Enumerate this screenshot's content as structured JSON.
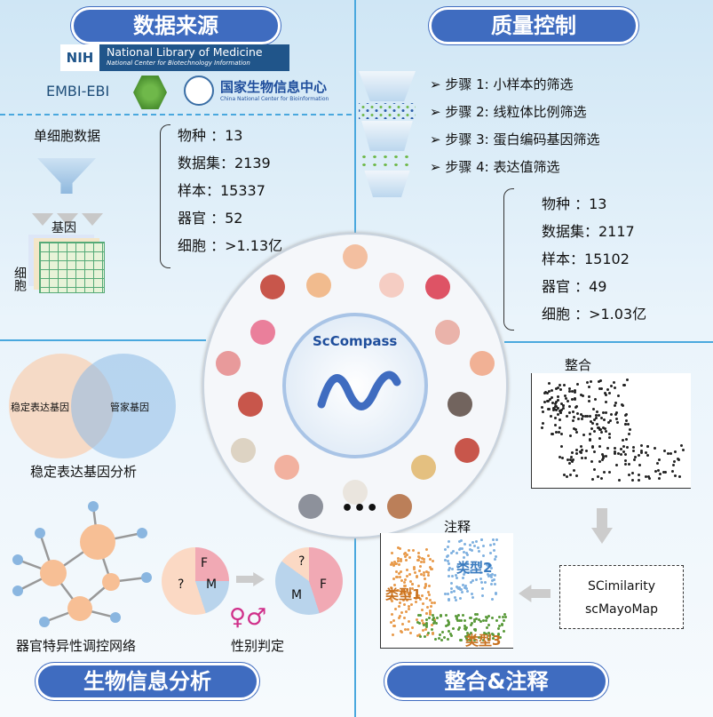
{
  "sections": {
    "data_source": "数据来源",
    "quality_control": "质量控制",
    "bioinformatics": "生物信息分析",
    "integration_annotation": "整合&注释"
  },
  "logos": {
    "nih_badge": "NIH",
    "nih_title": "National Library of Medicine",
    "nih_subtitle": "National Center for Biotechnology Information",
    "embl": "EMBI-EBI",
    "cncb_cn": "国家生物信息中心",
    "cncb_en": "China National Center for Bioinformation"
  },
  "raw_data": {
    "label": "单细胞数据",
    "gene_label": "基因",
    "cell_label": "细胞",
    "stats": [
      {
        "label": "物种 ：13"
      },
      {
        "label": "数据集：2139"
      },
      {
        "label": "样本：15337"
      },
      {
        "label": "器官 ：52"
      },
      {
        "label": "细胞 ：>1.13亿"
      }
    ]
  },
  "qc": {
    "steps": [
      "步骤 1: 小样本的筛选",
      "步骤 2: 线粒体比例筛选",
      "步骤 3: 蛋白编码基因筛选",
      "步骤 4: 表达值筛选"
    ],
    "stats": [
      {
        "label": "物种 ：13"
      },
      {
        "label": "数据集：2117"
      },
      {
        "label": "样本：15102"
      },
      {
        "label": "器官 ：49"
      },
      {
        "label": "细胞 ：>1.03亿"
      }
    ]
  },
  "center": {
    "title": "ScCompass",
    "more": "•••"
  },
  "analysis": {
    "venn_left": "稳定表达基因",
    "venn_right": "管家基因",
    "venn_caption": "稳定表达基因分析",
    "network_caption": "器官特异性调控网络",
    "sex_caption": "性别判定",
    "pie_q": "?",
    "pie_f": "F",
    "pie_m": "M",
    "sex_symbols": "♀♂"
  },
  "integration": {
    "integrate_label": "整合",
    "annotate_label": "注释",
    "tools": [
      "SCimilarity",
      "scMayoMap"
    ],
    "types": [
      "类型1",
      "类型2",
      "类型3"
    ]
  },
  "colors": {
    "accent": "#3f6cc0",
    "divider": "#4aa8de"
  }
}
